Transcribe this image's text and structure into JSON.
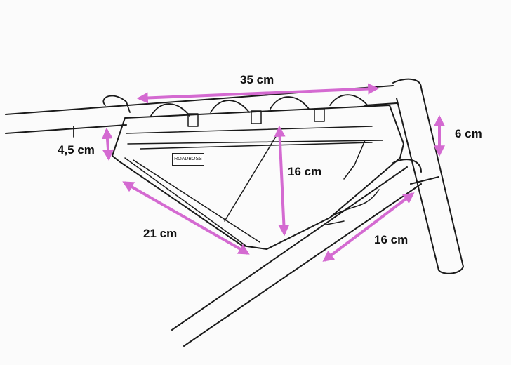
{
  "title": "Frame bag dimensions",
  "logo": "ROADBOSS",
  "dimensions": {
    "top_length": "35 cm",
    "front_height": "6 cm",
    "rear_height": "4,5 cm",
    "bag_height": "16 cm",
    "bottom_length": "21 cm",
    "front_length": "16 cm"
  },
  "colors": {
    "arrow": "#d46ad1",
    "line": "#1a1a1a"
  }
}
